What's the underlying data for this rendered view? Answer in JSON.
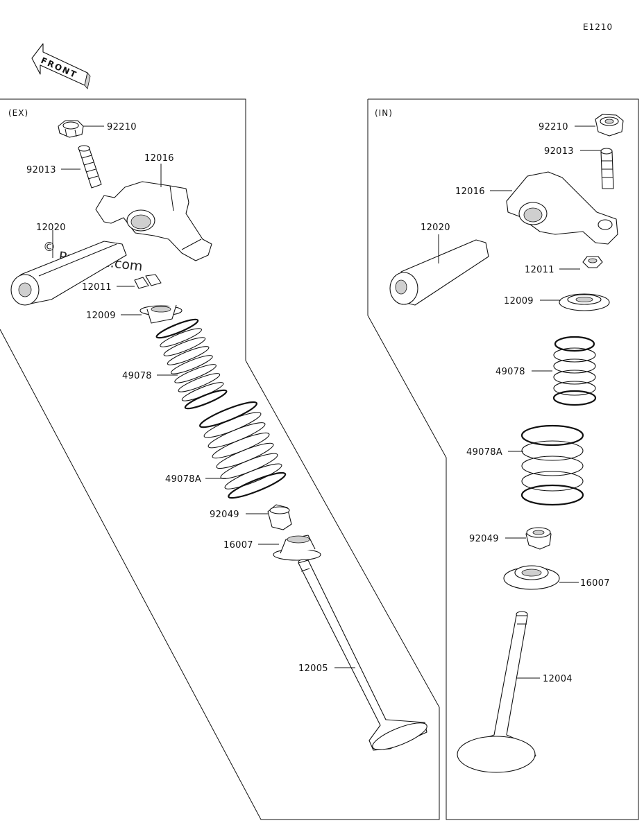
{
  "diagram_code": "E1210",
  "front_label": "FRONT",
  "watermark": "Partzilla.com",
  "watermark_symbol": "©",
  "sections": {
    "ex": {
      "label": "(EX)"
    },
    "in": {
      "label": "(IN)"
    }
  },
  "parts_ex": {
    "p92210": "92210",
    "p92013": "92013",
    "p12016": "12016",
    "p12020": "12020",
    "p12011": "12011",
    "p12009": "12009",
    "p49078": "49078",
    "p49078A": "49078A",
    "p92049": "92049",
    "p16007": "16007",
    "p12005": "12005"
  },
  "parts_in": {
    "p92210": "92210",
    "p92013": "92013",
    "p12016": "12016",
    "p12020": "12020",
    "p12011": "12011",
    "p12009": "12009",
    "p49078": "49078",
    "p49078A": "49078A",
    "p92049": "92049",
    "p16007": "16007",
    "p12004": "12004"
  }
}
